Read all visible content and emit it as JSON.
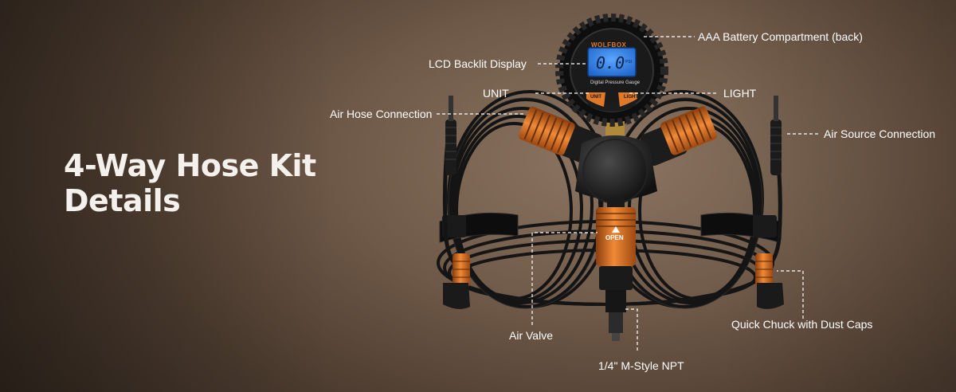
{
  "headline": {
    "line1": "4-Way Hose Kit",
    "line2": "Details"
  },
  "product": {
    "brand": "WOLFBOX",
    "lcd_value": "0.0",
    "lcd_unit": "PSI",
    "gauge_caption": "Digital Pressure Gauge",
    "unit_button": "UNIT",
    "light_button": "LIGHT",
    "valve_mark": "OPEN"
  },
  "callouts": {
    "battery": "AAA Battery Compartment (back)",
    "lcd": "LCD Backlit Display",
    "unit": "UNIT",
    "light": "LIGHT",
    "air_hose": "Air Hose Connection",
    "air_source": "Air Source Connection",
    "air_valve": "Air Valve",
    "quick_chuck": "Quick Chuck with Dust Caps",
    "npt": "1/4\" M-Style NPT"
  },
  "colors": {
    "accent_orange": "#e07a2a",
    "lcd_blue": "#2f7fe6",
    "leader_line": "#ffffff"
  }
}
